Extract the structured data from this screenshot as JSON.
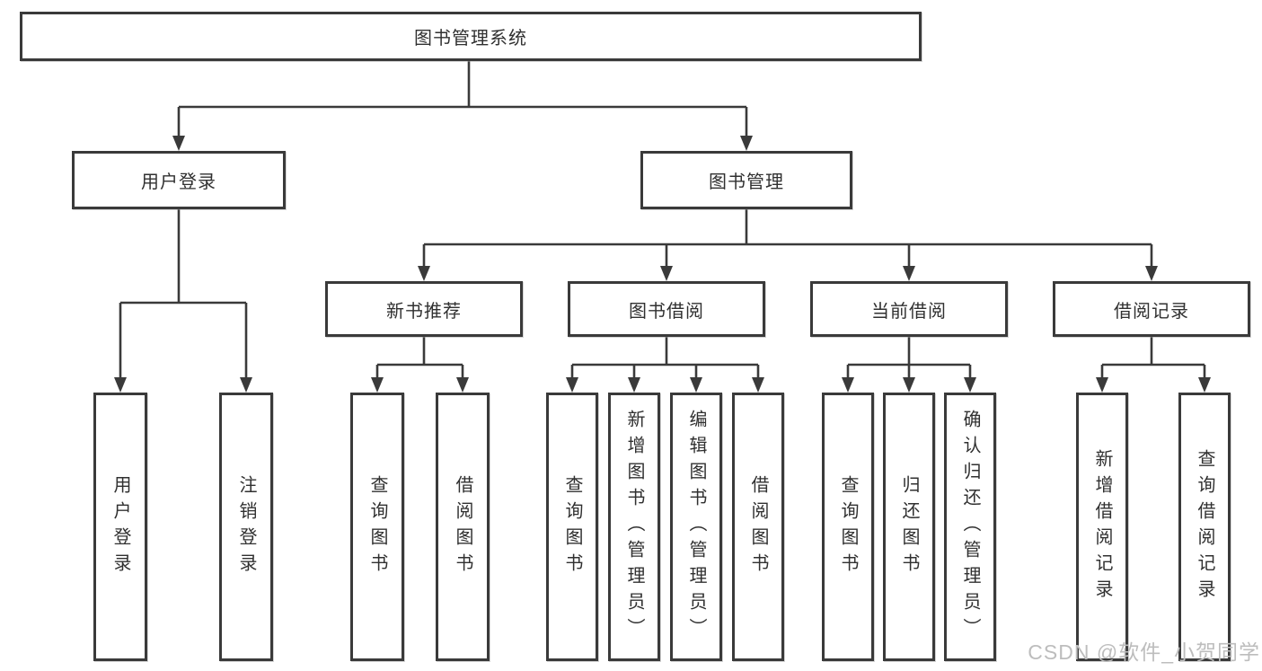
{
  "colors": {
    "line": "#3a3a3a",
    "box_border": "#3a3a3a",
    "text": "#303030",
    "watermark": "#bdbdbd",
    "background": "#ffffff"
  },
  "tree": {
    "root": "图书管理系统",
    "branches": [
      {
        "label": "用户登录",
        "children": [
          "用户登录",
          "注销登录"
        ]
      },
      {
        "label": "图书管理",
        "children": [
          {
            "label": "新书推荐",
            "children": [
              "查询图书",
              "借阅图书"
            ]
          },
          {
            "label": "图书借阅",
            "children": [
              "查询图书",
              "新增图书（管理员）",
              "编辑图书（管理员）",
              "借阅图书"
            ]
          },
          {
            "label": "当前借阅",
            "children": [
              "查询图书",
              "归还图书",
              "确认归还（管理员）"
            ]
          },
          {
            "label": "借阅记录",
            "children": [
              "新增借阅记录",
              "查询借阅记录"
            ]
          }
        ]
      }
    ]
  },
  "watermark": "CSDN @软件_小贺同学"
}
